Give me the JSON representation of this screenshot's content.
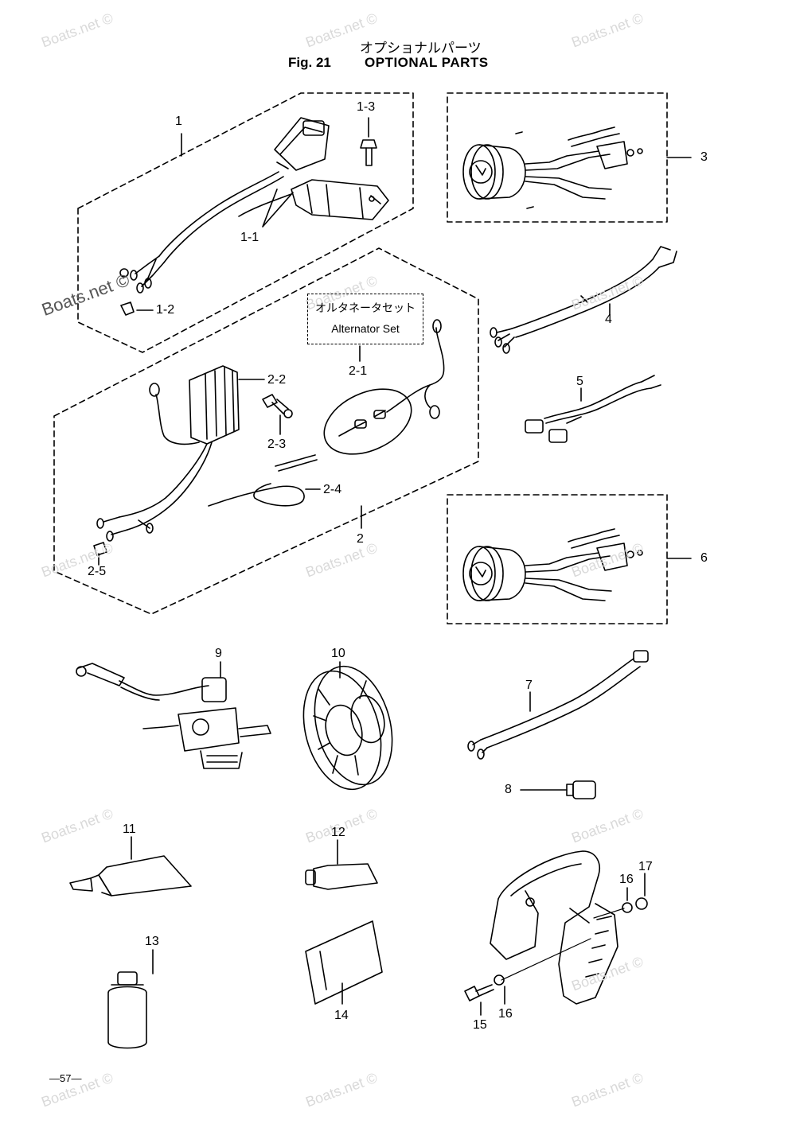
{
  "header": {
    "title_jp": "オプショナルパーツ",
    "fig_label": "Fig. 21",
    "title": "OPTIONAL PARTS"
  },
  "watermarks": [
    "Boats.net ©",
    "Boats.net ©",
    "Boats.net ©",
    "Boats.net ©",
    "Boats.net ©",
    "Boats.net ©",
    "Boats.net ©",
    "Boats.net ©",
    "Boats.net ©",
    "Boats.net ©",
    "Boats.net ©",
    "Boats.net ©",
    "Boats.net ©",
    "Boats.net ©",
    "Boats.net ©",
    "Boats.net ©"
  ],
  "alternator_set": {
    "jp": "オルタネータセット",
    "en": "Alternator Set"
  },
  "callouts": [
    "1",
    "1-1",
    "1-2",
    "1-3",
    "2",
    "2-1",
    "2-2",
    "2-3",
    "2-4",
    "2-5",
    "3",
    "4",
    "5",
    "6",
    "7",
    "8",
    "9",
    "10",
    "11",
    "12",
    "13",
    "14",
    "15",
    "16",
    "16",
    "17"
  ],
  "page_number": "—57—"
}
